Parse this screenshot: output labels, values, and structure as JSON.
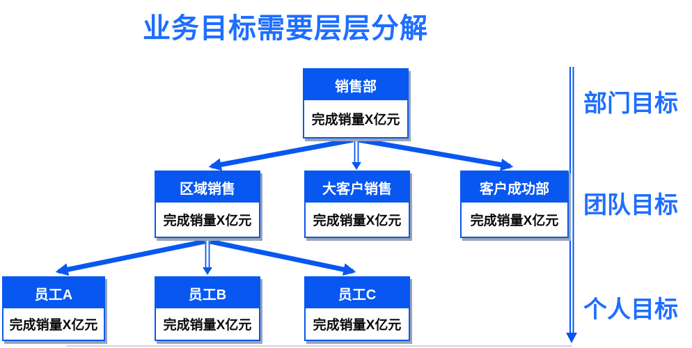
{
  "title": "业务目标需要层层分解",
  "colors": {
    "primary": "#0857f0",
    "accent": "#1e6eff",
    "shadow": "#98a4b6",
    "divider": "#ccd5df"
  },
  "tree": {
    "root": {
      "label": "销售部",
      "value": "完成销量X亿元"
    },
    "teams": [
      {
        "label": "区域销售",
        "value": "完成销量X亿元"
      },
      {
        "label": "大客户销售",
        "value": "完成销量X亿元"
      },
      {
        "label": "客户成功部",
        "value": "完成销量X亿元"
      }
    ],
    "individuals": [
      {
        "label": "员工A",
        "value": "完成销量X亿元"
      },
      {
        "label": "员工B",
        "value": "完成销量X亿元"
      },
      {
        "label": "员工C",
        "value": "完成销量X亿元"
      }
    ]
  },
  "side_labels": [
    {
      "label": "部门目标"
    },
    {
      "label": "团队目标"
    },
    {
      "label": "个人目标"
    }
  ]
}
